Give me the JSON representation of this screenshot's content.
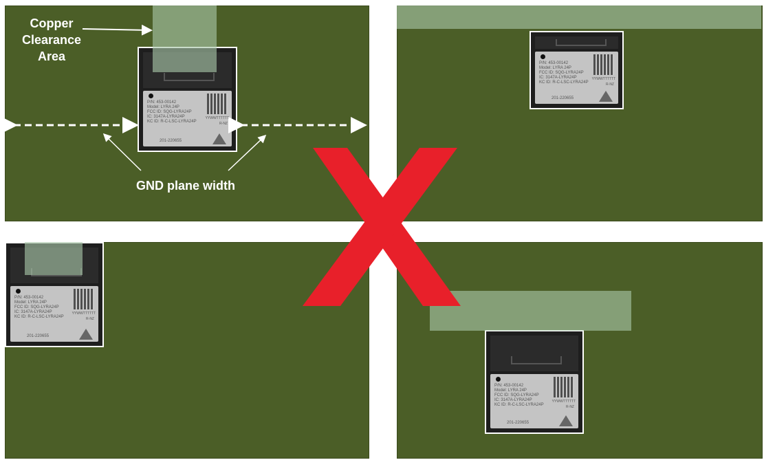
{
  "annotations": {
    "copper_clearance": "Copper Clearance Area",
    "gnd_width": "GND plane width"
  },
  "module": {
    "pn": "P/N: 453-00142",
    "model": "Model: LYRA 24P",
    "fcc": "FCC ID: SQG-LYRA24P",
    "ic": "IC: 3147A-LYRA24P",
    "kc": "KC ID: R-C-LSC-LYRA24P",
    "date_code": "YYWWTTTTTT",
    "rnz": "R-NZ",
    "cert": "201-220655"
  },
  "colors": {
    "pcb": "#4b5e27",
    "clearance": "#a9c8a9",
    "cross": "#e8202a"
  },
  "icons": [
    "cross-mark-icon",
    "arrow-icon"
  ]
}
